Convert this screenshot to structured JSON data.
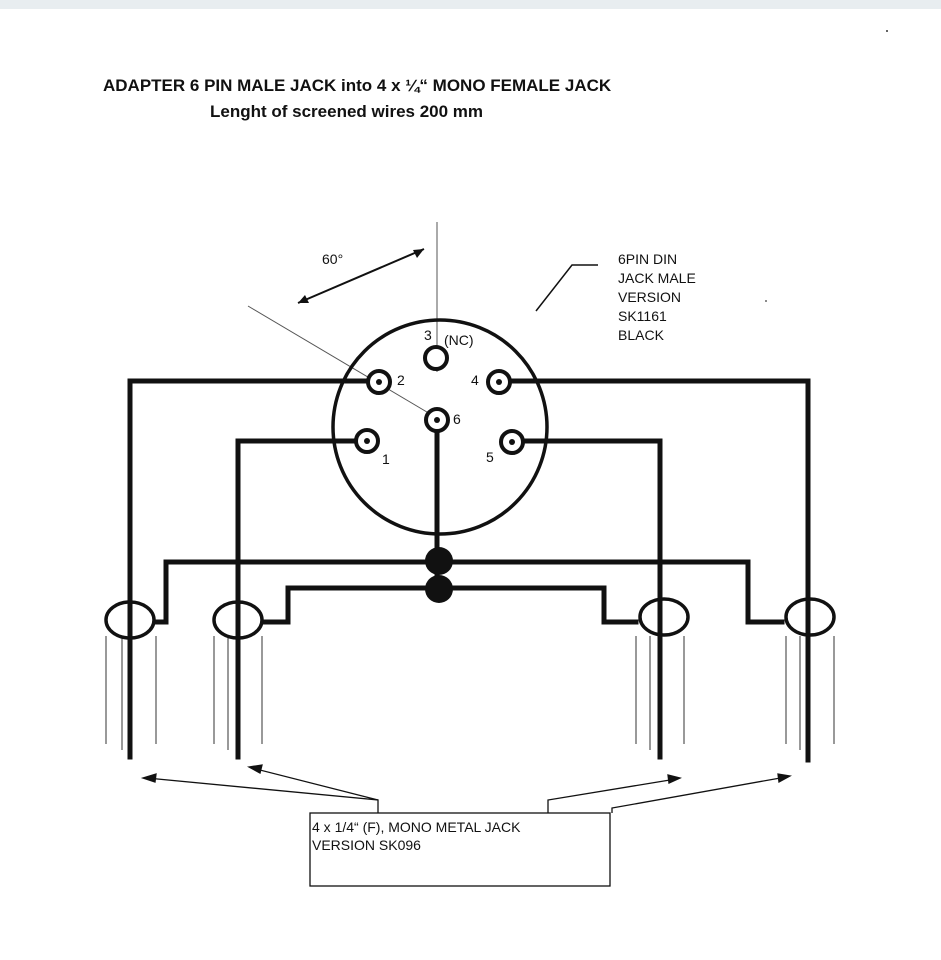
{
  "title_line1": "ADAPTER  6 PIN MALE JACK into 4 x ¼“ MONO FEMALE JACK",
  "title_line2": "Lenght of screened wires 200 mm",
  "angle_label": "60°",
  "connector_label": [
    "6PIN DIN",
    "JACK MALE",
    "VERSION",
    "SK1161",
    "BLACK"
  ],
  "pins": {
    "p1": "1",
    "p2": "2",
    "p3": "3",
    "p3_note": "(NC)",
    "p4": "4",
    "p5": "5",
    "p6": "6"
  },
  "jack_box_label": [
    "4 x 1/4“ (F), MONO METAL JACK",
    "VERSION SK096"
  ]
}
